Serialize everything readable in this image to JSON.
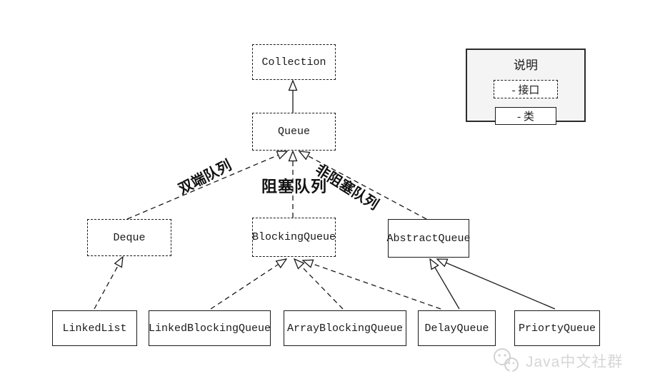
{
  "diagram": {
    "nodes": [
      {
        "id": "collection",
        "label": "Collection",
        "kind": "interface"
      },
      {
        "id": "queue",
        "label": "Queue",
        "kind": "interface"
      },
      {
        "id": "deque",
        "label": "Deque",
        "kind": "interface"
      },
      {
        "id": "blockingqueue",
        "label": "BlockingQueue",
        "kind": "interface"
      },
      {
        "id": "abstractqueue",
        "label": "AbstractQueue",
        "kind": "class"
      },
      {
        "id": "linkedlist",
        "label": "LinkedList",
        "kind": "class"
      },
      {
        "id": "linkedblockingqueue",
        "label": "LinkedBlockingQueue",
        "kind": "class"
      },
      {
        "id": "arrayblockingqueue",
        "label": "ArrayBlockingQueue",
        "kind": "class"
      },
      {
        "id": "delayqueue",
        "label": "DelayQueue",
        "kind": "class"
      },
      {
        "id": "priortyqueue",
        "label": "PriortyQueue",
        "kind": "class"
      }
    ],
    "edge_labels": {
      "deque_branch": "双端队列",
      "blocking_branch": "阻塞队列",
      "nonblocking_branch": "非阻塞队列"
    }
  },
  "legend": {
    "title": "说明",
    "interface_label": "- 接口",
    "class_label": "- 类"
  },
  "watermark": {
    "text": "Java中文社群"
  },
  "colors": {
    "line": "#1a1a1a",
    "legend_bg": "#f4f4f4",
    "watermark": "#d6d6d6"
  }
}
